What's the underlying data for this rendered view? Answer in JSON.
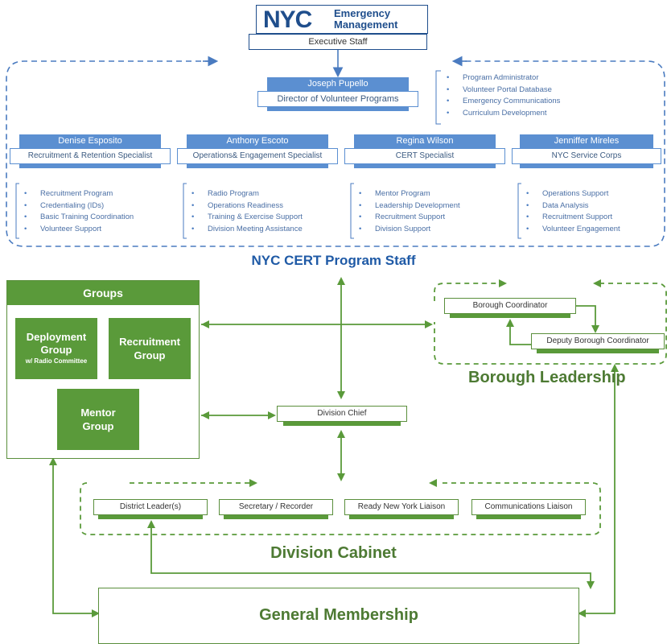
{
  "logo": {
    "brand": "NYC",
    "line1": "Emergency",
    "line2": "Management"
  },
  "executive": "Executive Staff",
  "director": {
    "name": "Joseph Pupello",
    "title": "Director of Volunteer Programs",
    "duties": [
      "Program Administrator",
      "Volunteer Portal Database",
      "Emergency Communications",
      "Curriculum Development"
    ]
  },
  "staff": [
    {
      "name": "Denise Esposito",
      "title": "Recruitment & Retention Specialist",
      "duties": [
        "Recruitment Program",
        "Credentialing (IDs)",
        "Basic Training Coordination",
        "Volunteer Support"
      ]
    },
    {
      "name": "Anthony Escoto",
      "title": "Operations& Engagement Specialist",
      "duties": [
        "Radio Program",
        "Operations Readiness",
        "Training & Exercise Support",
        "Division Meeting Assistance"
      ]
    },
    {
      "name": "Regina Wilson",
      "title": "CERT Specialist",
      "duties": [
        "Mentor Program",
        "Leadership Development",
        "Recruitment Support",
        "Division Support"
      ]
    },
    {
      "name": "Jenniffer Mireles",
      "title": "NYC Service Corps",
      "duties": [
        "Operations Support",
        "Data Analysis",
        "Recruitment Support",
        "Volunteer Engagement"
      ]
    }
  ],
  "staff_heading": "NYC CERT Program Staff",
  "groups": {
    "heading": "Groups",
    "deployment": "Deployment Group",
    "deployment_sub": "w/ Radio Committee",
    "recruitment": "Recruitment Group",
    "mentor": "Mentor Group"
  },
  "borough": {
    "coordinator": "Borough Coordinator",
    "deputy": "Deputy Borough Coordinator",
    "heading": "Borough Leadership"
  },
  "division_chief": "Division Chief",
  "cabinet": {
    "members": [
      "District Leader(s)",
      "Secretary / Recorder",
      "Ready New York Liaison",
      "Communications Liaison"
    ],
    "heading": "Division Cabinet"
  },
  "general_membership": "General Membership"
}
